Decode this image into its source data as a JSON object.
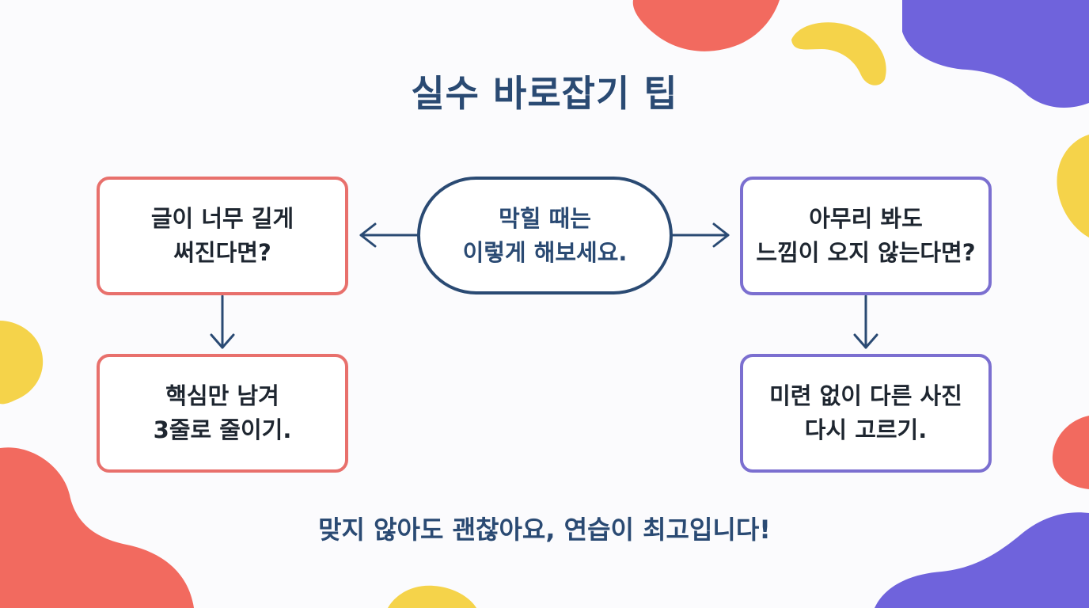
{
  "title": "실수 바로잡기 팁",
  "center": {
    "line1": "막힐 때는",
    "line2": "이렇게 해보세요."
  },
  "left": {
    "problem": {
      "line1": "글이 너무 길게",
      "line2": "써진다면?"
    },
    "solution": {
      "line1": "핵심만 남겨",
      "line2": "3줄로 줄이기."
    }
  },
  "right": {
    "problem": {
      "line1": "아무리 봐도",
      "line2": "느낌이 오지 않는다면?"
    },
    "solution": {
      "line1": "미련 없이 다른 사진",
      "line2": "다시 고르기."
    }
  },
  "footer": "맞지 않아도 괜찮아요, 연습이 최고입니다!",
  "colors": {
    "navy": "#2a4a73",
    "red": "#e8706c",
    "purple": "#7b6fd0",
    "blob_red": "#f26a5f",
    "blob_yellow": "#f5d34a",
    "blob_purple": "#6f63dc"
  }
}
